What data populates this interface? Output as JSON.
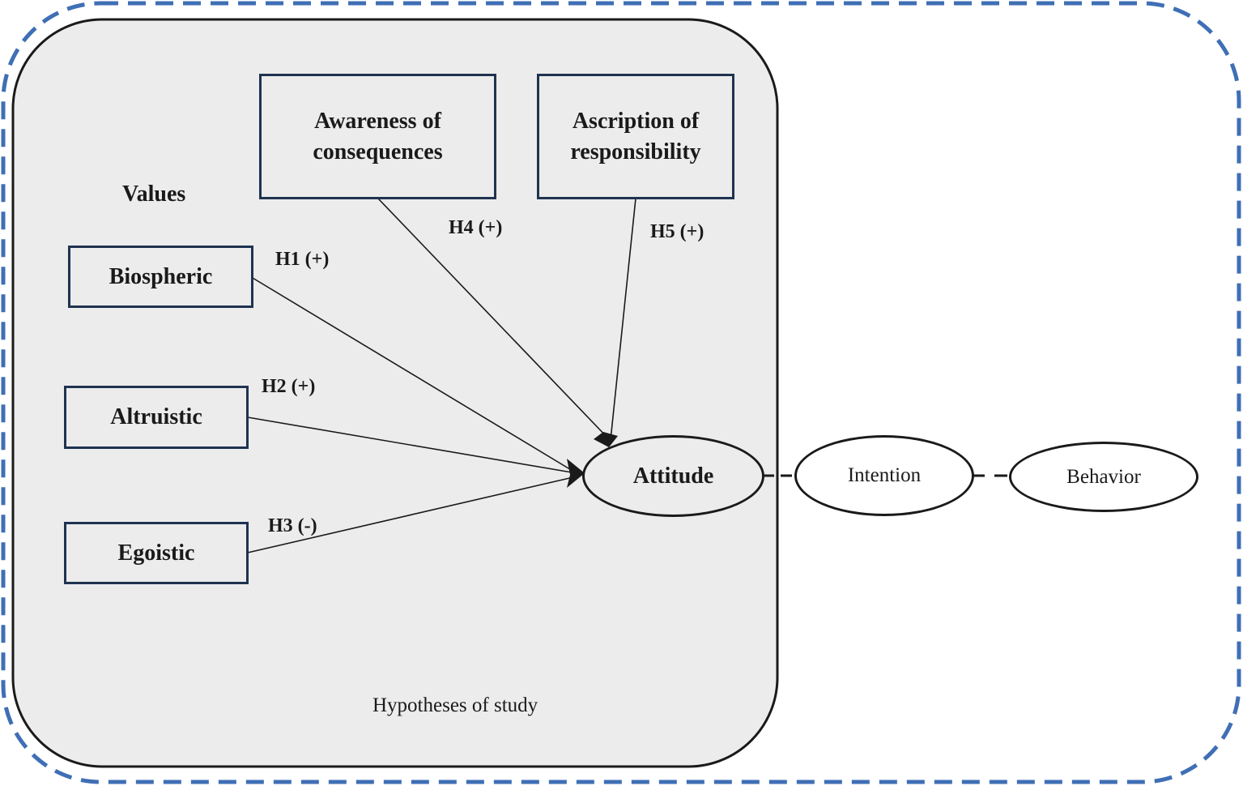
{
  "diagram": {
    "colors": {
      "outer_border": "#3f6fb5",
      "inner_fill": "#ececec",
      "inner_border": "#1a1a1a",
      "box_border": "#1f3350",
      "line": "#1a1a1a"
    },
    "values_heading": "Values",
    "footer_caption": "Hypotheses of study",
    "boxes": {
      "awareness": {
        "line1": "Awareness of",
        "line2": "consequences"
      },
      "ascription": {
        "line1": "Ascription of",
        "line2": "responsibility"
      },
      "biospheric": "Biospheric",
      "altruistic": "Altruistic",
      "egoistic": "Egoistic"
    },
    "nodes": {
      "attitude": "Attitude",
      "intention": "Intention",
      "behavior": "Behavior"
    },
    "hypotheses": {
      "h1": "H1 (+)",
      "h2": "H2 (+)",
      "h3": "H3 (-)",
      "h4": "H4 (+)",
      "h5": "H5 (+)"
    }
  }
}
